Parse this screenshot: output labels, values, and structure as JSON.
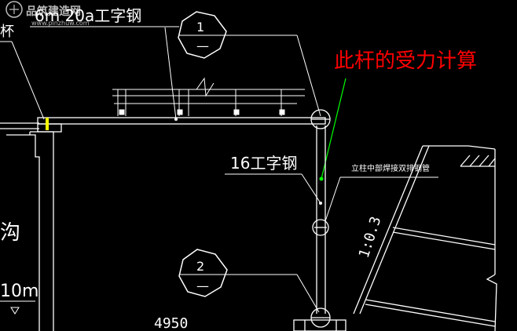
{
  "watermark": {
    "name": "品筑建造网",
    "url": "www.pinzhuw.com"
  },
  "labels": {
    "top_beam": "6m  20a工字钢",
    "top_left_partial": "杯",
    "left_partial": "沟",
    "left_elevation": "10m",
    "column_section": "16工字钢",
    "column_note": "立柱中部焊接双排钢管",
    "slope_ratio": "1:0.3",
    "dimension": "4950",
    "callout_red": "此杆的受力计算"
  },
  "section_markers": [
    {
      "number": "1",
      "suffix": "—"
    },
    {
      "number": "2",
      "suffix": "—"
    }
  ],
  "colors": {
    "background": "#000000",
    "lines": "#ffffff",
    "callout_text": "#ff0000",
    "callout_leader": "#00ff00",
    "highlight_mark": "#ffff00"
  }
}
